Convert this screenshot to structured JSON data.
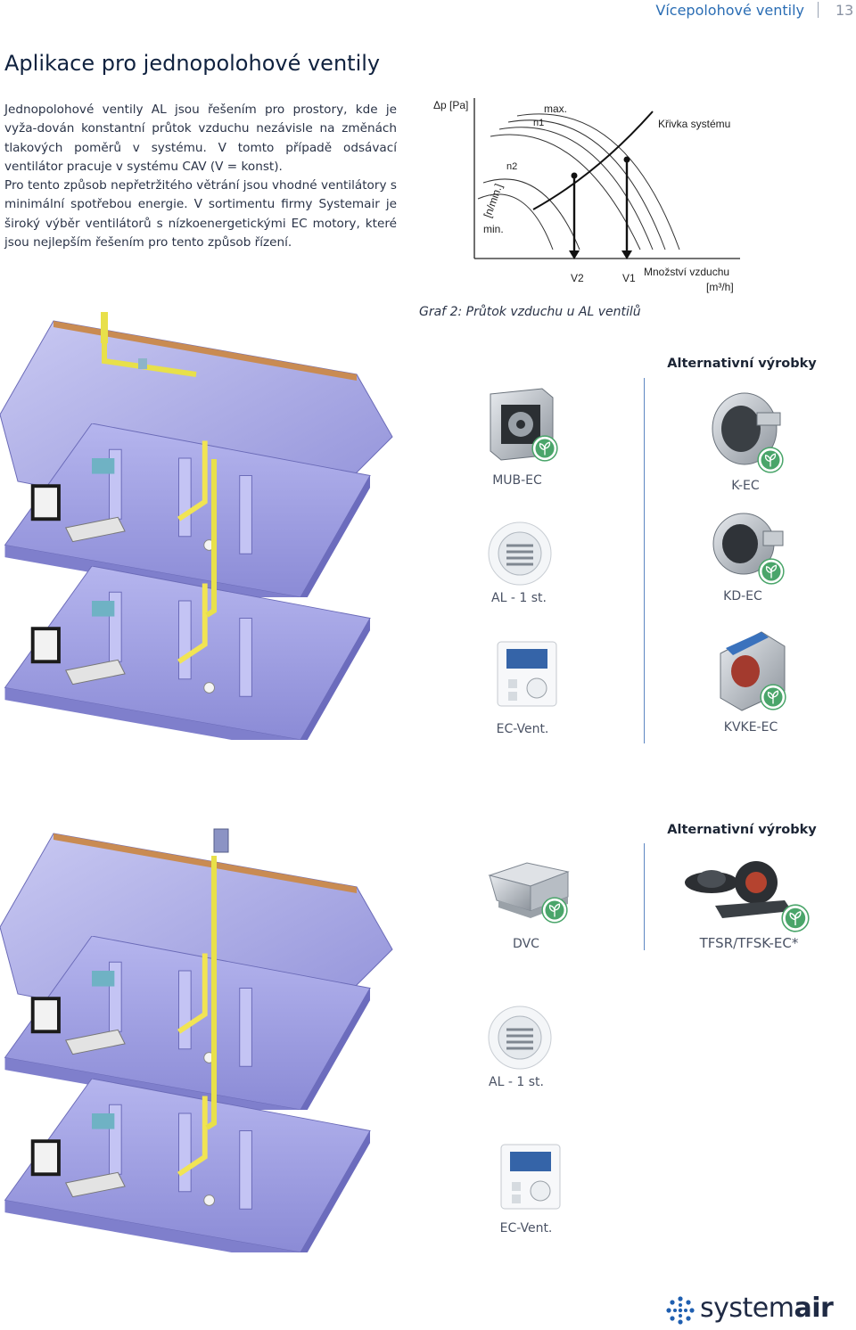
{
  "header": {
    "section_title": "Vícepolohové ventily",
    "page_number": "13"
  },
  "heading": "Aplikace pro jednopolohové ventily",
  "intro": {
    "p1": "Jednopolohové ventily AL jsou řešením pro prostory, kde je vyža-dován konstantní průtok vzduchu nezávisle na změnách tlakových poměrů v systému. V tomto případě odsávací ventilátor pracuje v systému CAV (V = konst).",
    "p2": "Pro tento způsob nepřetržitého větrání jsou vhodné ventilátory s minimální spotřebou energie. V sortimentu firmy Systemair je široký výběr ventilátorů s nízkoenergetickými EC motory, které jsou nejlepším řešením pro tento způsob řízení."
  },
  "graph": {
    "y_axis_label": "Δp [Pa]",
    "rpm_label": "[n/min.]",
    "max_label": "max.",
    "min_label": "min.",
    "n1_label": "n1",
    "n2_label": "n2",
    "system_curve_label": "Křivka systému",
    "v2_label": "V2",
    "v1_label": "V1",
    "x_axis_label_line1": "Množství vzduchu",
    "x_axis_label_line2": "[m³/h]",
    "caption": "Graf 2: Průtok vzduchu u AL ventilů"
  },
  "section1": {
    "alt_title": "Alternativní výrobky",
    "products": [
      "MUB-EC",
      "AL - 1 st.",
      "EC-Vent."
    ],
    "alternatives": [
      "K-EC",
      "KD-EC",
      "KVKE-EC"
    ]
  },
  "section2": {
    "alt_title": "Alternativní výrobky",
    "products": [
      "DVC",
      "AL - 1 st.",
      "EC-Vent."
    ],
    "alternatives": [
      "TFSR/TFSK-EC*"
    ]
  },
  "logo": {
    "part1": "system",
    "part2": "air"
  },
  "colors": {
    "accent_blue": "#2a6db4",
    "duct_yellow": "#e8e04a",
    "wall_lavender": "#a6a6e8",
    "eco_badge_green": "#4aa56a"
  }
}
